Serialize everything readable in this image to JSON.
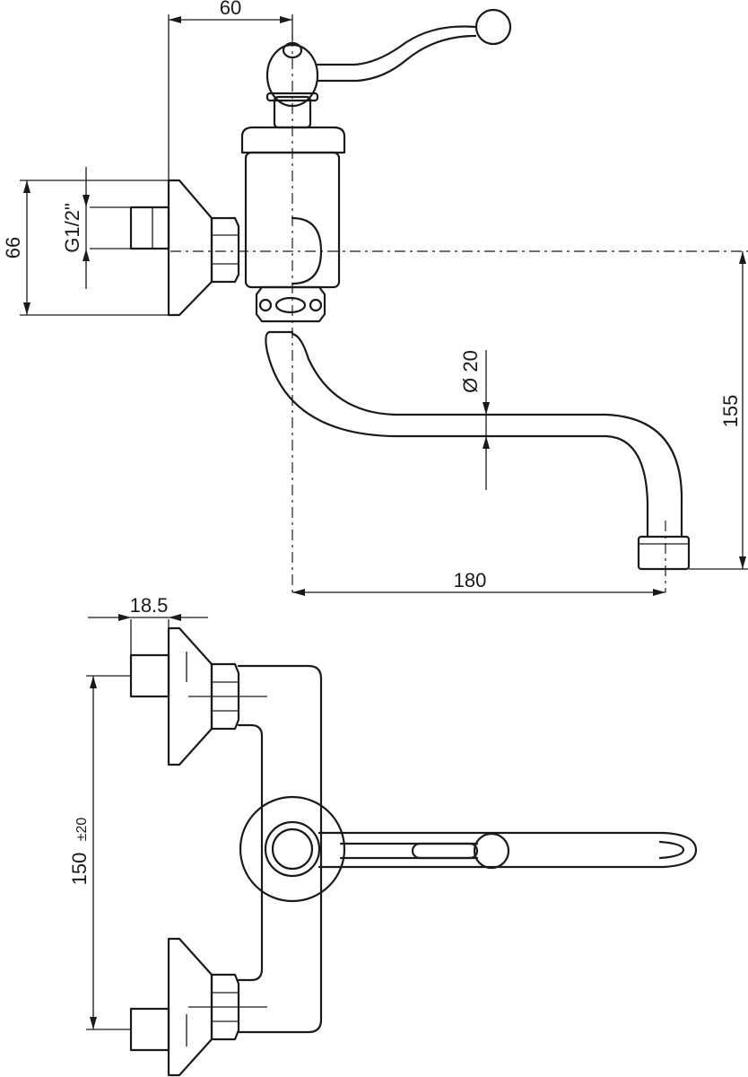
{
  "dimensions": {
    "top_width": "60",
    "height_66": "66",
    "thread": "G1/2\"",
    "diameter": "Ø 20",
    "spout_height": "155",
    "spout_reach": "180",
    "offset": "18.5",
    "centers": "150",
    "centers_tolerance": "±20"
  }
}
